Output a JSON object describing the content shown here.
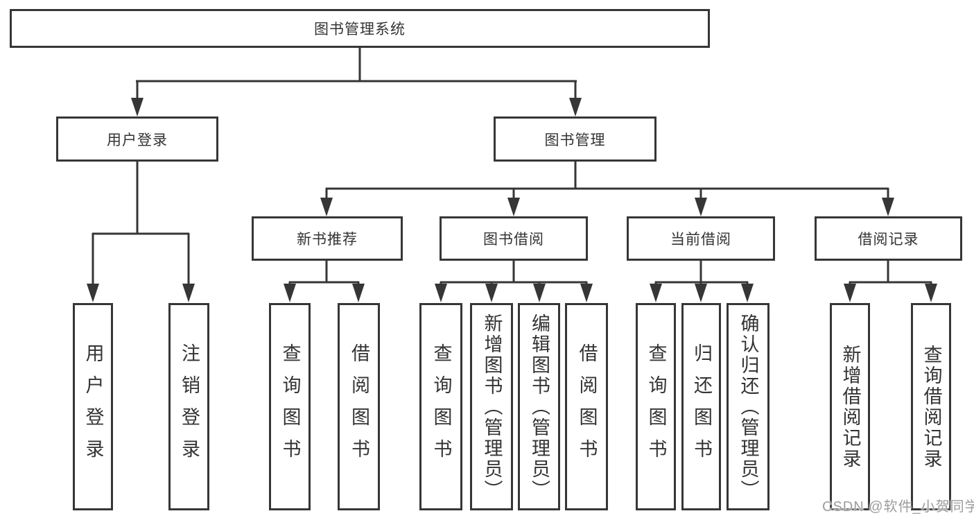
{
  "colors": {
    "line": "#363636",
    "text": "#333333",
    "watermark": "#9c9c9c",
    "background": "#ffffff"
  },
  "watermark": {
    "text": "CSDN @软件_小贺同学"
  },
  "tree": {
    "root": {
      "label": "图书管理系统"
    },
    "level2": [
      {
        "label": "用户登录"
      },
      {
        "label": "图书管理"
      }
    ],
    "level3": [
      {
        "label": "新书推荐"
      },
      {
        "label": "图书借阅"
      },
      {
        "label": "当前借阅"
      },
      {
        "label": "借阅记录"
      }
    ],
    "leaves": [
      {
        "label": "用户登录"
      },
      {
        "label": "注销登录"
      },
      {
        "label": "查询图书"
      },
      {
        "label": "借阅图书"
      },
      {
        "label": "查询图书"
      },
      {
        "label": "新增图书（管理员）"
      },
      {
        "label": "编辑图书（管理员）"
      },
      {
        "label": "借阅图书"
      },
      {
        "label": "查询图书"
      },
      {
        "label": "归还图书"
      },
      {
        "label": "确认归还（管理员）"
      },
      {
        "label": "新增借阅记录"
      },
      {
        "label": "查询借阅记录"
      }
    ]
  }
}
